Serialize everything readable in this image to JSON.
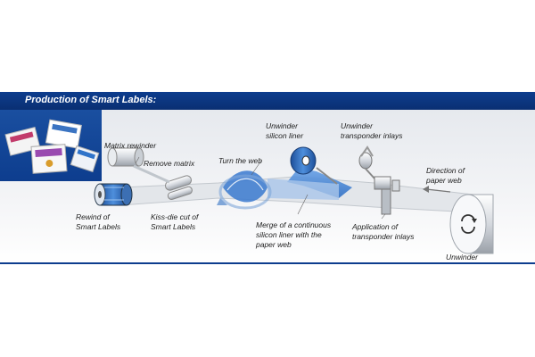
{
  "title": "Production of Smart Labels:",
  "labels": {
    "matrix_rewinder": "Matrix rewinder",
    "remove_matrix": "Remove matrix",
    "turn_the_web": "Turn the web",
    "unwinder_silicon_liner": "Unwinder\nsilicon liner",
    "unwinder_transponder_inlays": "Unwinder\ntransponder inlays",
    "direction_of_paper_web": "Direction of\npaper web",
    "rewind_of_smart_labels": "Rewind of\nSmart Labels",
    "kiss_die_cut": "Kiss-die cut of\nSmart Labels",
    "merge_liner": "Merge of a continuous\nsilicon liner with the\npaper web",
    "application_inlays": "Application of\ntransponder inlays",
    "unwinder": "Unwinder"
  },
  "colors": {
    "title_bar": "#0d3d8e",
    "accent_blue": "#2f73c9",
    "paper_web": "#dfe3e8"
  }
}
